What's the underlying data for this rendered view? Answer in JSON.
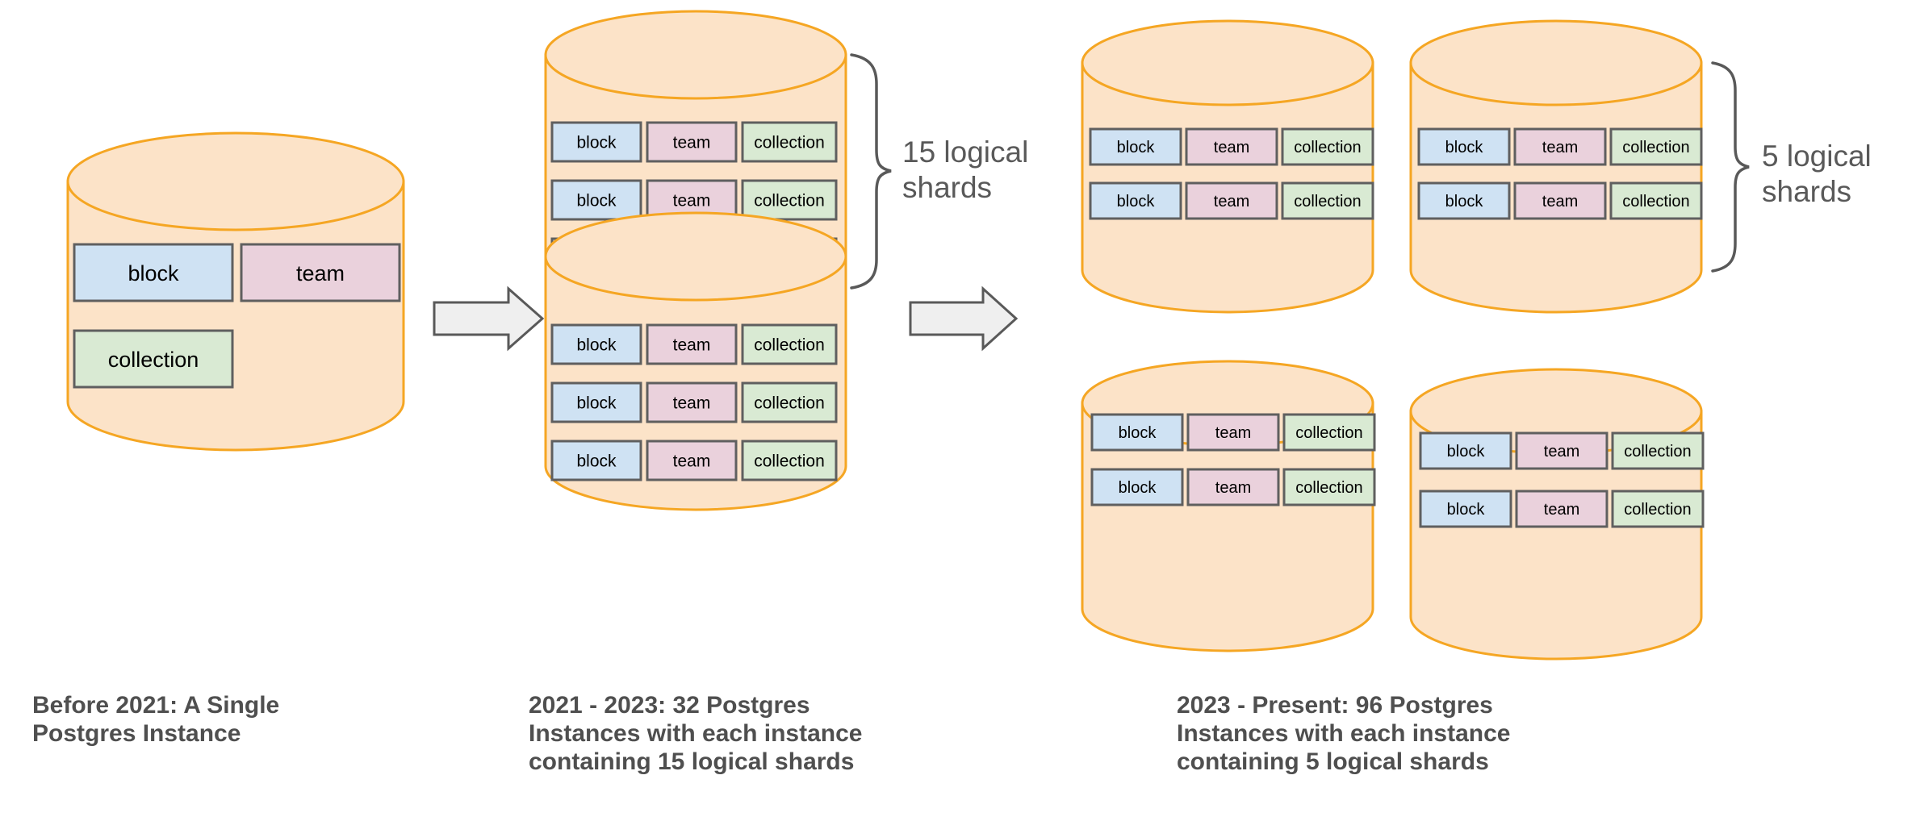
{
  "diagram": {
    "title_text": "",
    "colors": {
      "cylinder_fill": "#fce3c8",
      "cylinder_stroke": "#f5a623",
      "block_fill": "#cfe2f3",
      "team_fill": "#ead1dc",
      "collection_fill": "#d9ead3",
      "shard_stroke": "#5f5f5f",
      "arrow_fill": "#efefef",
      "arrow_stroke": "#595959",
      "caption_color": "#4f4f4f",
      "brace_color": "#595959"
    },
    "shard_labels": {
      "block": "block",
      "team": "team",
      "collection": "collection"
    },
    "stages": [
      {
        "id": "before-2021",
        "caption": "Before 2021: A Single\nPostgres Instance",
        "instance_count": 1,
        "instances": [
          {
            "id": "single-instance",
            "rows": [
              [
                "block",
                "team"
              ],
              [
                "collection"
              ]
            ]
          }
        ],
        "brace_label": null
      },
      {
        "id": "2021-2023",
        "caption": "2021 - 2023: 32 Postgres\nInstances with each instance\ncontaining 15 logical shards",
        "instance_count": 32,
        "shards_per_instance": 15,
        "instances": [
          {
            "id": "instance-top",
            "rows": [
              [
                "block",
                "team",
                "collection"
              ],
              [
                "block",
                "team",
                "collection"
              ],
              [
                "block",
                "team",
                "collection"
              ]
            ]
          },
          {
            "id": "instance-bottom",
            "rows": [
              [
                "block",
                "team",
                "collection"
              ],
              [
                "block",
                "team",
                "collection"
              ],
              [
                "block",
                "team",
                "collection"
              ]
            ]
          }
        ],
        "brace_label": "15 logical\nshards"
      },
      {
        "id": "2023-present",
        "caption": "2023 - Present: 96 Postgres\nInstances with each instance\ncontaining 5 logical shards",
        "instance_count": 96,
        "shards_per_instance": 5,
        "instances": [
          {
            "id": "instance-top-left",
            "rows": [
              [
                "block",
                "team",
                "collection"
              ],
              [
                "block",
                "team",
                "collection"
              ]
            ]
          },
          {
            "id": "instance-top-right",
            "rows": [
              [
                "block",
                "team",
                "collection"
              ],
              [
                "block",
                "team",
                "collection"
              ]
            ]
          },
          {
            "id": "instance-bottom-left",
            "rows": [
              [
                "block",
                "team",
                "collection"
              ],
              [
                "block",
                "team",
                "collection"
              ]
            ]
          },
          {
            "id": "instance-bottom-right",
            "rows": [
              [
                "block",
                "team",
                "collection"
              ],
              [
                "block",
                "team",
                "collection"
              ]
            ]
          }
        ],
        "brace_label": "5 logical\nshards"
      }
    ],
    "arrows": [
      {
        "id": "arrow-1",
        "label": "transition-arrow-1"
      },
      {
        "id": "arrow-2",
        "label": "transition-arrow-2"
      }
    ]
  }
}
